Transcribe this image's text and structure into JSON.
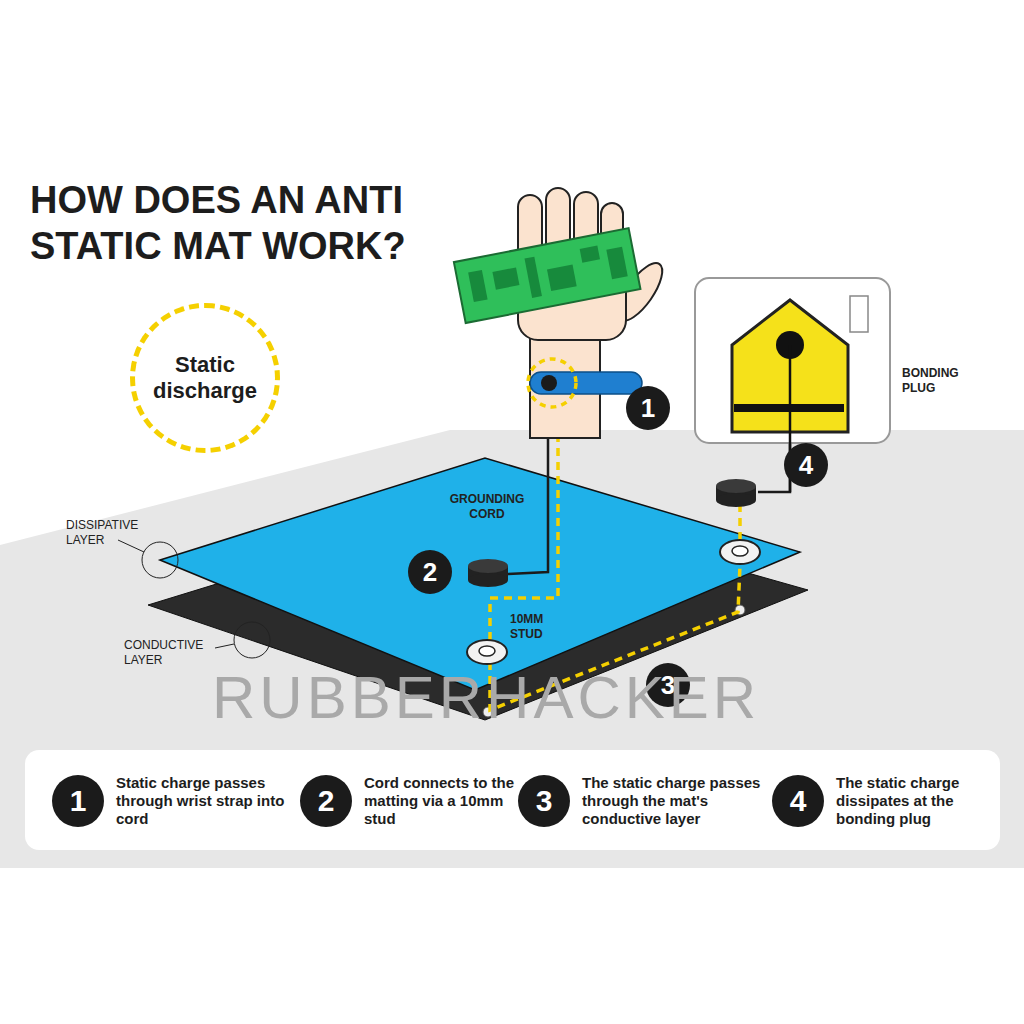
{
  "diagram": {
    "title": "HOW DOES AN ANTI STATIC MAT WORK?",
    "nodes": [
      {
        "text": [
          "Static discharge"
        ]
      },
      {
        "text": [
          "1",
          "Static charge passes through wrist strap into cord"
        ]
      },
      {
        "text": [
          "2",
          "Cord connects to the matting via a 10mm stud"
        ]
      },
      {
        "text": [
          "3",
          "The static charge passes through the mat's conductive layer"
        ]
      },
      {
        "text": [
          "4",
          "The static charge dissipates at the bonding plug"
        ]
      }
    ],
    "labels": [
      "1",
      "GROUNDING CORD",
      "2",
      "10MM STUD",
      "3",
      "4",
      "BONDING PLUG",
      "DISSIPATIVE LAYER",
      "CONDUCTIVE LAYER",
      "RUBBERHACKER"
    ]
  }
}
